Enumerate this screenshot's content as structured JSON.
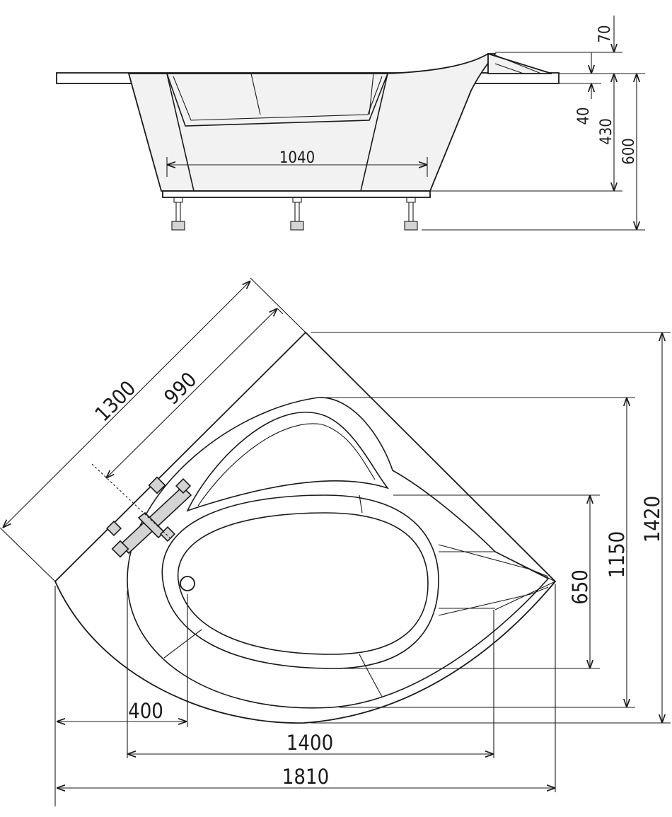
{
  "dimensions": {
    "side_inner_width": "1040",
    "side_rim_height": "70",
    "side_seat_offset": "40",
    "side_depth": "430",
    "side_total_height": "600",
    "top_outer_side": "1300",
    "top_inner_side": "990",
    "top_total_depth": "1420",
    "top_inner_depth": "1150",
    "top_basin_depth": "650",
    "top_drain_offset": "400",
    "top_inner_width": "1400",
    "top_total_width": "1810"
  },
  "colors": {
    "line": "#1a1a1a",
    "tub_fill": "#f2f2f2",
    "mixer_fill": "#d4d4d4"
  }
}
